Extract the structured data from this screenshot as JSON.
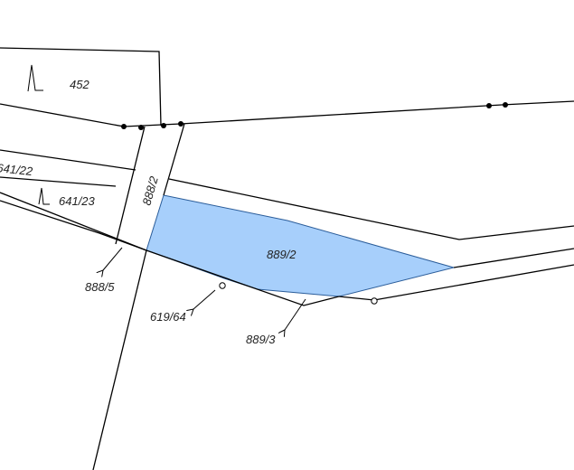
{
  "map": {
    "highlighted_parcel": "889/2",
    "highlight_color": "#a7cffb",
    "parcel_labels": {
      "p452": "452",
      "p641_22": "641/22",
      "p641_23": "641/23",
      "p888_2": "888/2",
      "p889_2": "889/2",
      "p888_5": "888/5",
      "p619_64": "619/64",
      "p889_3": "889/3"
    },
    "symbols": {
      "grass_symbol_1": "meadow-symbol",
      "grass_symbol_2": "meadow-symbol"
    }
  }
}
